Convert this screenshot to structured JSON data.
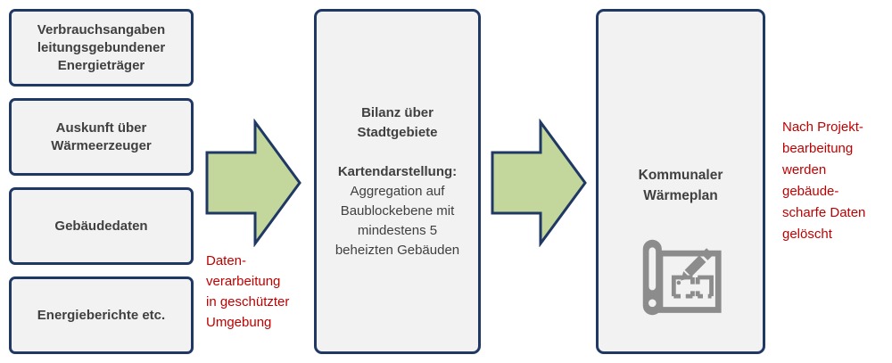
{
  "colors": {
    "canvas-bg": "#ffffff",
    "box-fill": "#f2f2f2",
    "box-border": "#1f3864",
    "box-text": "#404040",
    "arrow-fill": "#c3d69b",
    "arrow-border": "#1f3864",
    "note-red": "#c00000",
    "icon-gray": "#8c8c8c"
  },
  "flow": {
    "inputs": [
      {
        "label": "Verbrauchsangaben\nleitungsgebundener\nEnergieträger"
      },
      {
        "label": "Auskunft über\nWärmeerzeuger"
      },
      {
        "label": "Gebäudedaten"
      },
      {
        "label": "Energieberichte etc."
      }
    ],
    "processing_note": "Daten-\nverarbeitung\nin geschützter\nUmgebung",
    "balance_box": {
      "title": "Bilanz über\nStadtgebiete",
      "subtitle": "Kartendarstellung:",
      "body": "Aggregation auf\nBaublockebene mit\nmindestens 5\nbeheizten Gebäuden"
    },
    "result_box": {
      "title": "Kommunaler\nWärmeplan",
      "icon": "blueprint-pencil-icon"
    },
    "deletion_note": "Nach Projekt-\nbearbeitung\nwerden\ngebäude-\nscharfe Daten\ngelöscht"
  }
}
